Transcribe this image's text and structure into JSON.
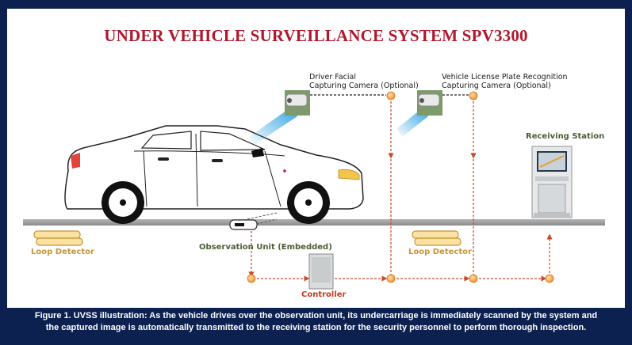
{
  "title": "UNDER VEHICLE SURVEILLANCE SYSTEM  SPV3300",
  "labels": {
    "driver_camera_line1": "Driver Facial",
    "driver_camera_line2": "Capturing Camera (Optional)",
    "plate_camera_line1": "Vehicle License Plate Recognition",
    "plate_camera_line2": "Capturing Camera (Optional)",
    "receiving_station": "Receiving Station",
    "loop_detector_left": "Loop Detector",
    "loop_detector_right": "Loop Detector",
    "observation_unit": "Observation Unit (Embedded)",
    "controller": "Controller"
  },
  "caption": {
    "line1": "Figure 1. UVSS illustration: As the vehicle drives over the observation unit, its undercarriage is immediately scanned by the system and",
    "line2": "the captured image is automatically transmitted to the receiving station for the security personnel to perform thorough inspection."
  },
  "colors": {
    "frame": "#0c2150",
    "title": "#b0182e",
    "node": "#f0a040",
    "arrow": "#c94a2a",
    "loop": "#c79537",
    "camera_beam": "#2a9fe0"
  }
}
